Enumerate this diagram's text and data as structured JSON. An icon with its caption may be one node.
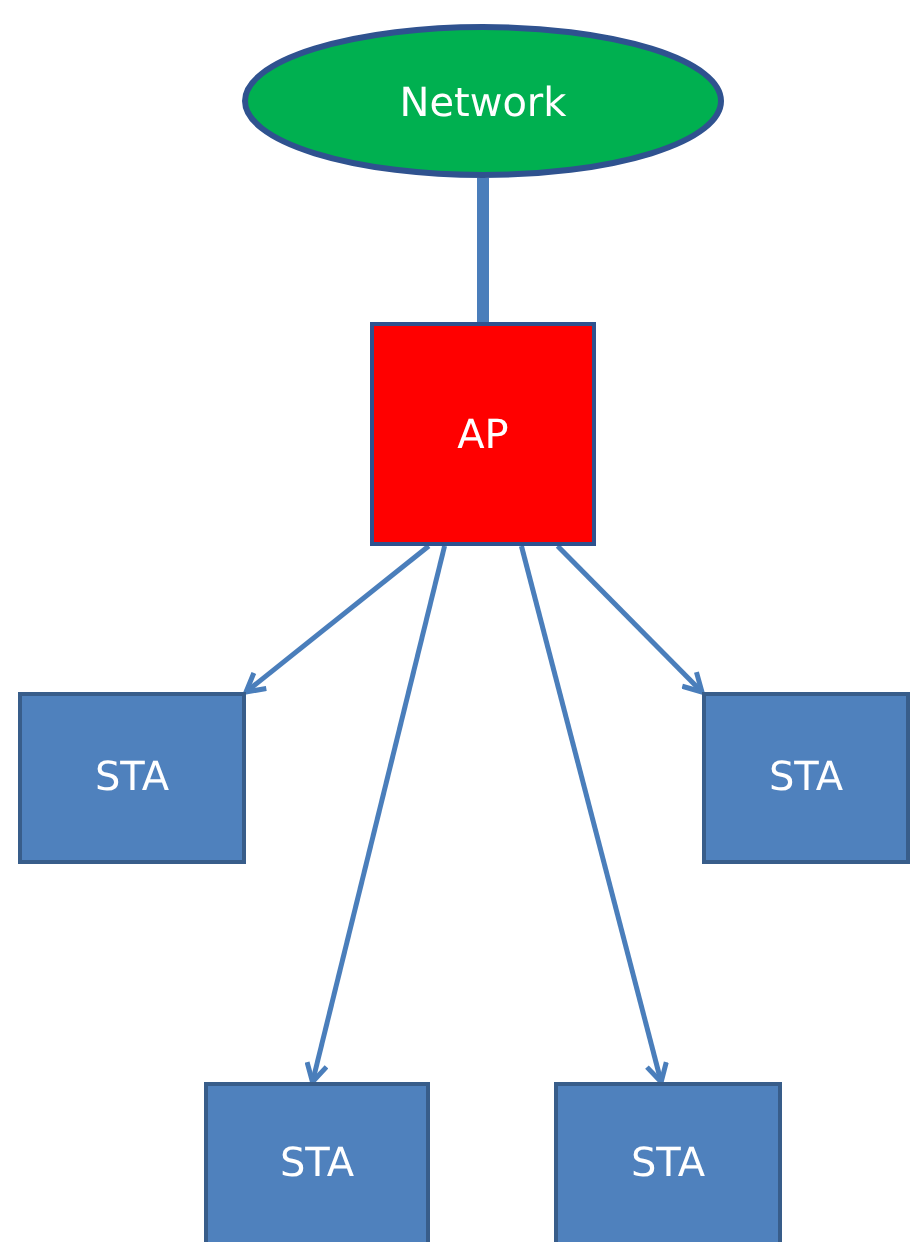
{
  "diagram": {
    "nodes": [
      {
        "text": [
          "Network"
        ]
      },
      {
        "text": [
          "AP"
        ]
      },
      {
        "text": [
          "STA"
        ]
      },
      {
        "text": [
          "STA"
        ]
      },
      {
        "text": [
          "STA"
        ]
      },
      {
        "text": [
          "STA"
        ]
      }
    ],
    "edges": [
      {
        "from": 0,
        "to": 1,
        "arrow": "none",
        "style": "thick"
      },
      {
        "from": 1,
        "to": 2,
        "arrow": "to"
      },
      {
        "from": 1,
        "to": 4,
        "arrow": "to"
      },
      {
        "from": 1,
        "to": 5,
        "arrow": "to"
      },
      {
        "from": 1,
        "to": 3,
        "arrow": "to"
      }
    ]
  }
}
